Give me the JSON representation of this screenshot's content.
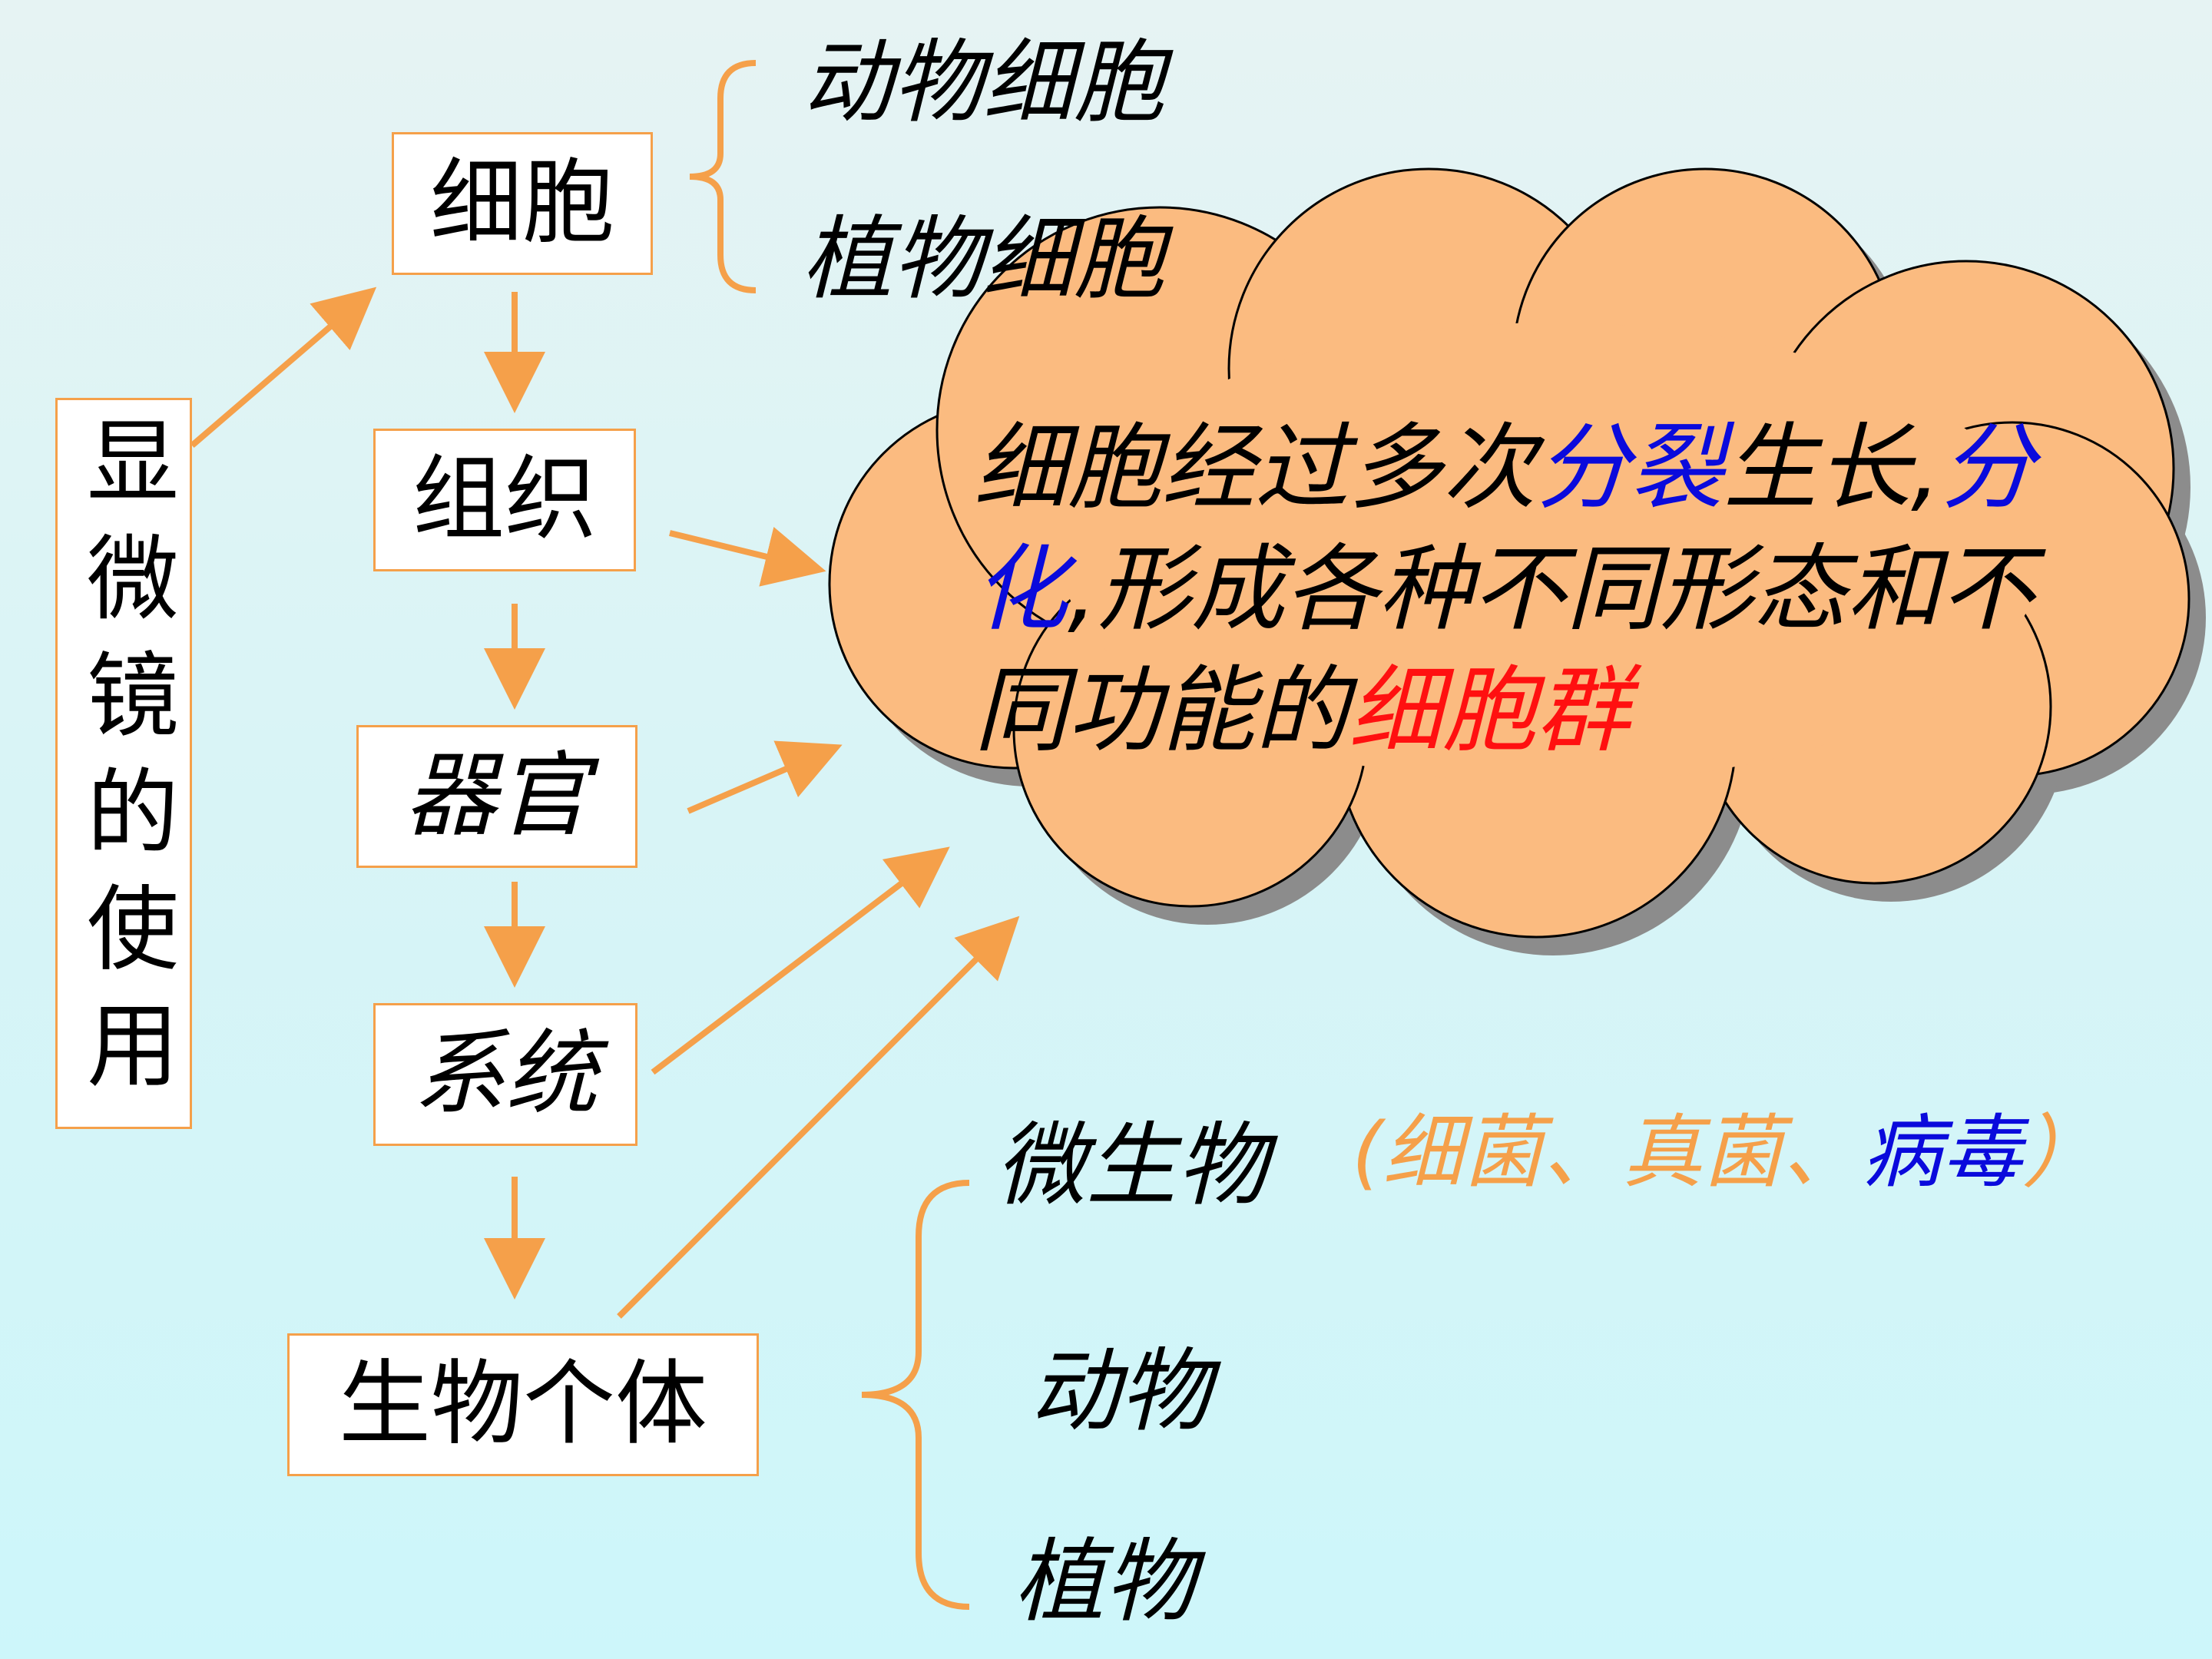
{
  "side_title": "显微镜的使用",
  "levels": {
    "cell": "细胞",
    "tissue": "组织",
    "organ": "器官",
    "system": "系统",
    "organism": "生物个体"
  },
  "cell_types": {
    "animal": "动物细胞",
    "plant": "植物细胞"
  },
  "cloud": {
    "p1": "细胞经过多次",
    "p2": "分裂",
    "p3": "生长,",
    "p4": "分化",
    "p5": ",形成各种不同形态和不同功能的",
    "p6": "细胞群"
  },
  "organism_types": {
    "microbe": "微生物",
    "paren_open": "(",
    "bacteria": "细菌、",
    "fungi": "真菌、",
    "virus": "病毒",
    "paren_close": "）",
    "animal": "动物",
    "plant": "植物"
  },
  "colors": {
    "accent": "#f5a04a",
    "cloud_fill": "#fbbb80",
    "highlight_blue": "#0a0adc",
    "highlight_red": "#ff1010"
  }
}
